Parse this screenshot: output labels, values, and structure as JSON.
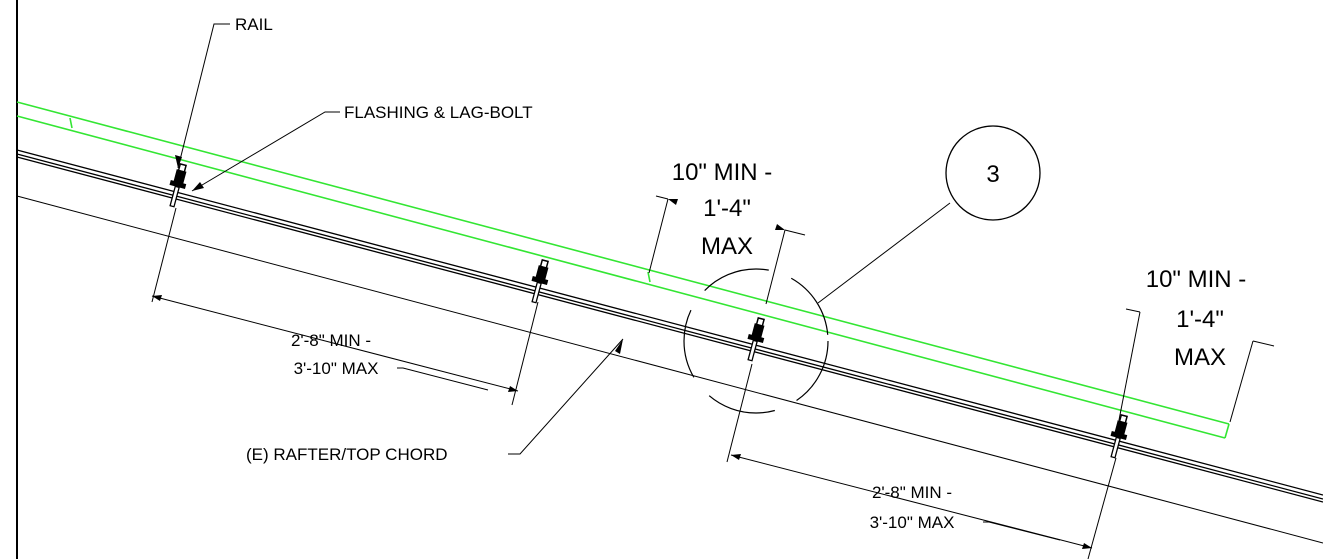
{
  "labels": {
    "rail": "RAIL",
    "flashing": "FLASHING & LAG-BOLT",
    "rafter": "(E) RAFTER/TOP CHORD",
    "callout_number": "3"
  },
  "dimensions": {
    "spacing_left": {
      "line1": "2'-8\" MIN -",
      "line2": "3'-10\" MAX"
    },
    "spacing_right": {
      "line1": "2'-8\" MIN -",
      "line2": "3'-10\" MAX"
    },
    "overhang_mid": {
      "line1": "10\" MIN -",
      "line2": "1'-4\"",
      "line3": "MAX"
    },
    "overhang_end": {
      "line1": "10\" MIN -",
      "line2": "1'-4\"",
      "line3": "MAX"
    }
  }
}
